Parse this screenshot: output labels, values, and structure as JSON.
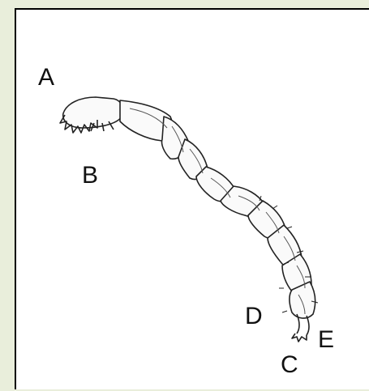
{
  "labels": {
    "a": "A",
    "b": "B",
    "c": "C",
    "d": "D",
    "e": "E"
  },
  "colors": {
    "background": "#e9eedb",
    "panel": "#ffffff",
    "ink": "#111111"
  }
}
